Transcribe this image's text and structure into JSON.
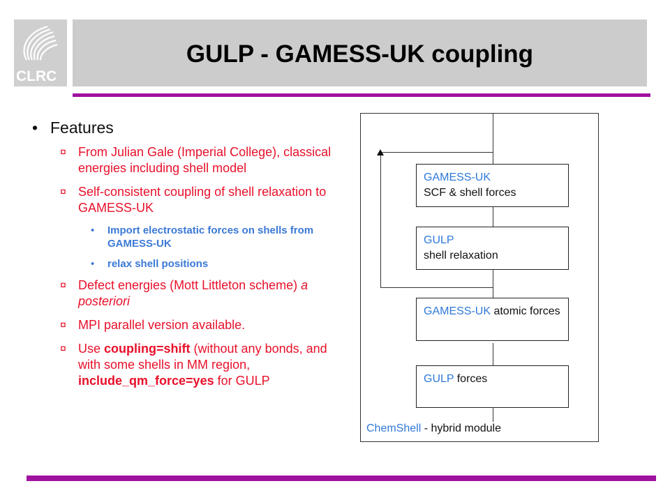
{
  "logo": {
    "text": "CLRC"
  },
  "title": "GULP - GAMESS-UK  coupling",
  "bullets": {
    "main": "Features",
    "b1": "From Julian Gale (Imperial College), classical energies including shell model",
    "b2": "Self-consistent coupling of shell relaxation to GAMESS-UK",
    "b2_sub1": "Import electrostatic forces on shells from GAMESS-UK",
    "b2_sub2": "relax shell positions",
    "b3_pre": "Defect energies (Mott Littleton scheme) ",
    "b3_italic": "a posteriori",
    "b4": "MPI parallel version available.",
    "b5_1": "Use ",
    "b5_2": "coupling=shift",
    "b5_3": " (without any bonds, and with some shells in MM region, ",
    "b5_4": "include_qm_force=yes",
    "b5_5": " for GULP"
  },
  "diagram": {
    "box1_title": "GAMESS-UK",
    "box1_line2": "SCF & shell forces",
    "box2_title": "GULP",
    "box2_line2": "shell relaxation",
    "box3_title": "GAMESS-UK",
    "box3_rest": " atomic forces",
    "box4_title": "GULP",
    "box4_rest": " forces",
    "label_blue": "ChemShell",
    "label_rest": " - hybrid module"
  },
  "colors": {
    "accent": "#a0119f",
    "bullet_text": "#e8102a",
    "sub_bullet": "#3b79d6",
    "title_bar": "#cccccc"
  }
}
